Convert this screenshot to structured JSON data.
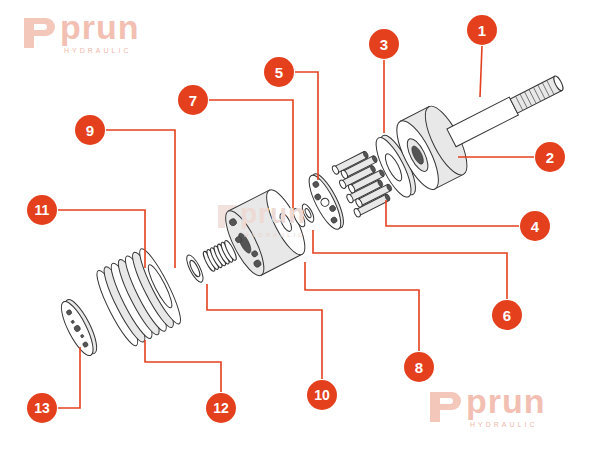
{
  "diagram": {
    "labels": [
      "prun",
      "HYDRAULIC",
      "1",
      "2",
      "3",
      "4",
      "5",
      "6",
      "7",
      "8",
      "9",
      "10",
      "11",
      "12",
      "13",
      "prun",
      "HYDRAULIC",
      "prun",
      "HYDRAULIC"
    ]
  }
}
